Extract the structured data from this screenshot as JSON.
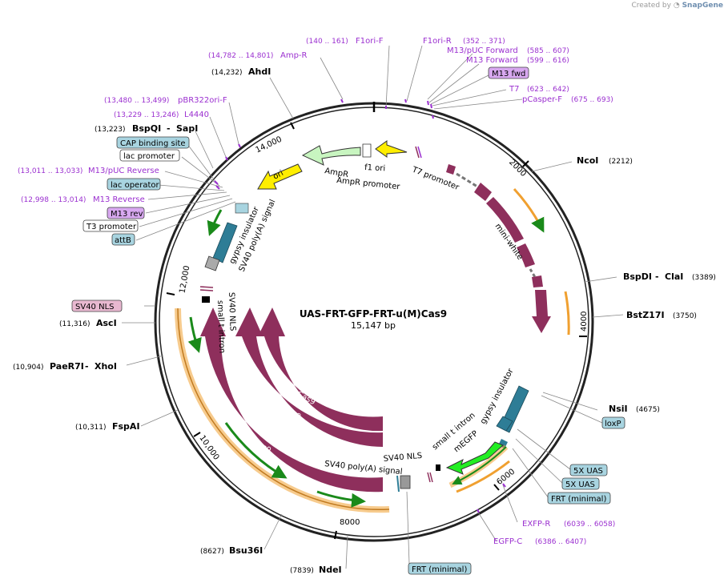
{
  "credit": {
    "prefix": "Created by",
    "brand": "SnapGene"
  },
  "plasmid": {
    "name": "UAS-FRT-GFP-FRT-u(M)Cas9",
    "size": "15,147 bp"
  },
  "ticks": [
    "2000",
    "4000",
    "6000",
    "8000",
    "10,000",
    "12,000",
    "14,000"
  ],
  "primers": [
    {
      "name": "F1ori-F",
      "coord": "(140 .. 161)"
    },
    {
      "name": "F1ori-R",
      "coord": "(352 .. 371)"
    },
    {
      "name": "M13/pUC Forward",
      "coord": "(585 .. 607)"
    },
    {
      "name": "M13 Forward",
      "coord": "(599 .. 616)"
    },
    {
      "name": "T7",
      "coord": "(623 .. 642)"
    },
    {
      "name": "pCasper-F",
      "coord": "(675 .. 693)"
    },
    {
      "name": "Amp-R",
      "coord": "(14,782 .. 14,801)"
    },
    {
      "name": "pBR322ori-F",
      "coord": "(13,480 .. 13,499)"
    },
    {
      "name": "L4440",
      "coord": "(13,229 .. 13,246)"
    },
    {
      "name": "M13/pUC Reverse",
      "coord": "(13,011 .. 13,033)"
    },
    {
      "name": "M13 Reverse",
      "coord": "(12,998 .. 13,014)"
    },
    {
      "name": "EXFP-R",
      "coord": "(6039 .. 6058)"
    },
    {
      "name": "EGFP-C",
      "coord": "(6386 .. 6407)"
    }
  ],
  "sites": [
    {
      "name": "AhdI",
      "coord": "(14,232)"
    },
    {
      "name": "BspQI",
      "sep": " - ",
      "name2": "SapI",
      "coord": "(13,223)"
    },
    {
      "name": "NcoI",
      "coord": "(2212)"
    },
    {
      "name": "BspDI",
      "sep": " - ",
      "name2": "ClaI",
      "coord": "(3389)"
    },
    {
      "name": "BstZ17I",
      "coord": "(3750)"
    },
    {
      "name": "NsiI",
      "coord": "(4675)"
    },
    {
      "name": "AscI",
      "coord": "(11,316)"
    },
    {
      "name": "PaeR7I",
      "sep": " - ",
      "name2": "XhoI",
      "coord": "(10,904)"
    },
    {
      "name": "FspAI",
      "coord": "(10,311)"
    },
    {
      "name": "Bsu36I",
      "coord": "(8627)"
    },
    {
      "name": "NdeI",
      "coord": "(7839)"
    }
  ],
  "boxed": {
    "m13fwd": "M13 fwd",
    "cap": "CAP binding site",
    "lacpro": "lac promoter",
    "lacop": "lac operator",
    "m13rev": "M13 rev",
    "t3": "T3 promoter",
    "attb": "attB",
    "sv40nls": "SV40 NLS",
    "loxp": "loxP",
    "uas1": "5X UAS",
    "uas2": "5X UAS",
    "frt1": "FRT (minimal)",
    "frt2": "FRT (minimal)"
  },
  "features": {
    "ampr": "AmpR",
    "amppro": "AmpR promoter",
    "f1ori": "f1 ori",
    "t7pro": "T7 promoter",
    "ori": "ori",
    "miniwhite": "mini-white",
    "gypsy1": "gypsy insulator",
    "sv40pa1": "SV40 poly(A) signal",
    "sv40nls1": "SV40 NLS",
    "smallt1": "small t intron",
    "gypsy2": "gypsy insulator",
    "smallt2": "small t intron",
    "megfp": "mEGFP",
    "sv40nls2": "SV40 NLS",
    "sv40pa2": "SV40 poly(A) signal",
    "cas9a": "Cas9",
    "cas9b": "Cas9",
    "cas9c": "Cas9"
  },
  "colors": {
    "backbone": "#222222",
    "cas9": "#8e2f5c",
    "ampr": "#c8f5c0",
    "yellow": "#ffee00",
    "teal": "#2e7d96",
    "orange": "#f0a030",
    "green": "#22cc22",
    "primer": "#9b30d0",
    "boxblue": "#a8d4e0",
    "boxpink": "#e8b8d0",
    "boxviolet": "#d8a8f0"
  }
}
